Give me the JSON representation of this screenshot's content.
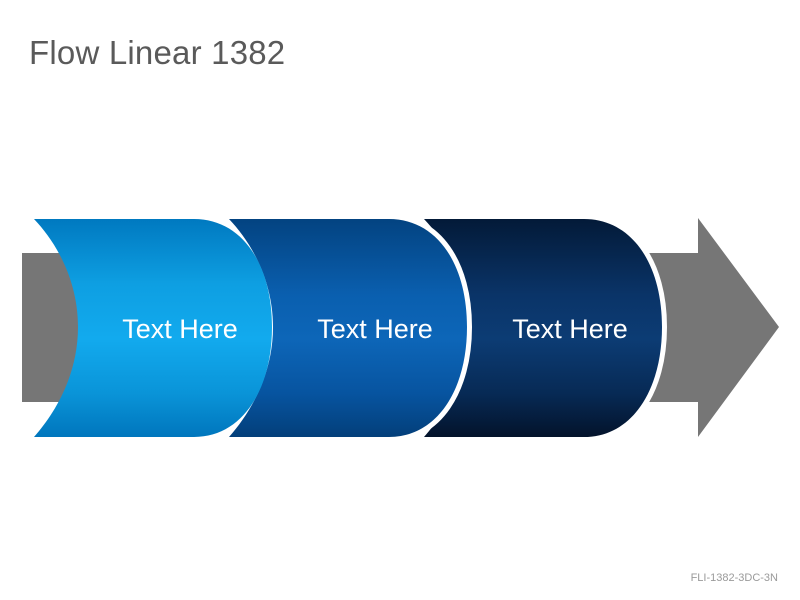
{
  "slide": {
    "title": "Flow Linear 1382",
    "code": "FLI-1382-3DC-3N"
  },
  "steps": [
    {
      "label": "Text Here"
    },
    {
      "label": "Text Here"
    },
    {
      "label": "Text Here"
    }
  ],
  "colors": {
    "arrow": "#767676",
    "step1_light": "#12a8ec",
    "step1_dark": "#0077bf",
    "step2_light": "#0b63b4",
    "step2_dark": "#034682",
    "step3_light": "#0a3a72",
    "step3_dark": "#03152f",
    "title": "#5a5a5a"
  }
}
